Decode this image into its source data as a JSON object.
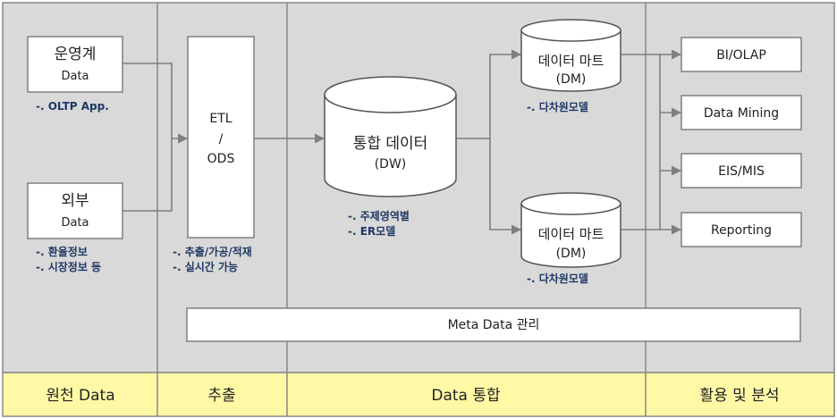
{
  "sources": {
    "operational": {
      "line1": "운영계",
      "line2": "Data",
      "note": "-. OLTP App."
    },
    "external": {
      "line1": "외부",
      "line2": "Data",
      "notes": [
        "-. 환율정보",
        "-. 시장정보 등"
      ]
    }
  },
  "extraction": {
    "box": {
      "line1": "ETL",
      "line2": "/",
      "line3": "ODS"
    },
    "notes": [
      "-. 추출/가공/적재",
      "-. 실시간 가능"
    ]
  },
  "integration": {
    "dw": {
      "line1": "통합 데이터",
      "line2": "(DW)"
    },
    "dw_notes": [
      "-. 주제영역별",
      "-. ER모델"
    ],
    "mart_top": {
      "line1": "데이터 마트",
      "line2": "(DM)",
      "note": "-. 다차원모델"
    },
    "mart_bottom": {
      "line1": "데이터 마트",
      "line2": "(DM)",
      "note": "-. 다차원모델"
    },
    "metadata": "Meta Data 관리"
  },
  "analysis": {
    "items": [
      "BI/OLAP",
      "Data Mining",
      "EIS/MIS",
      "Reporting"
    ]
  },
  "footer": {
    "labels": [
      "원천 Data",
      "추출",
      "Data 통합",
      "활용 및 분석"
    ]
  },
  "colors": {
    "background": "#d9d9d9",
    "footer": "#fff9a6",
    "border": "#7f7f7f",
    "note_text": "#1f3864"
  }
}
